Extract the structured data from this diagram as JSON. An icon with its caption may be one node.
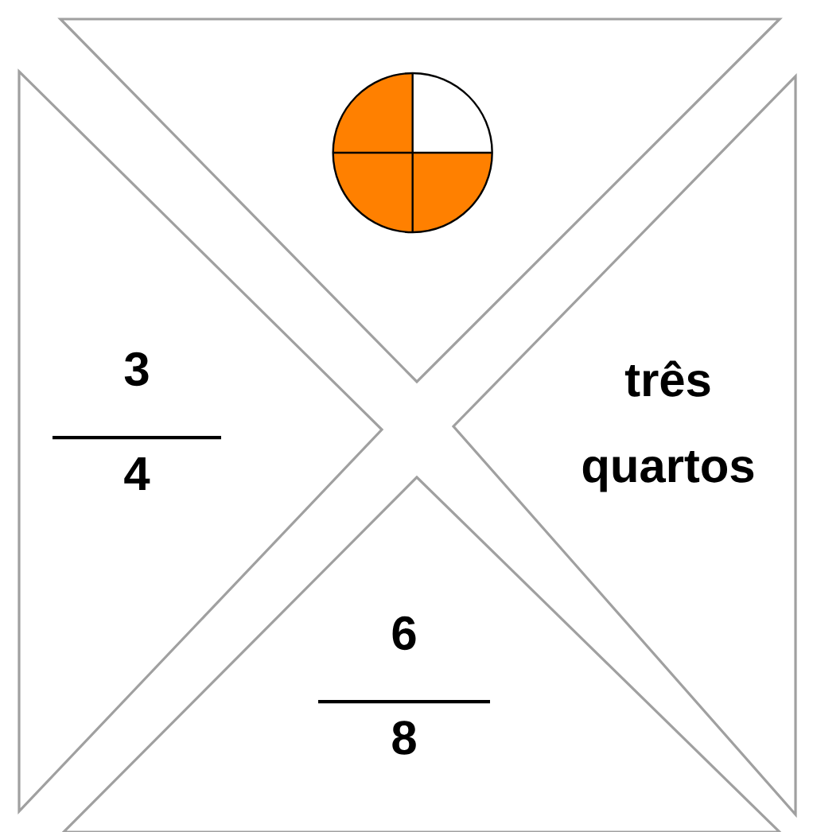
{
  "diagram": {
    "nodes": [
      {
        "text": [],
        "shape": "triangle"
      },
      {
        "text": [
          "3",
          "4"
        ]
      },
      {
        "text": [
          "três quartos"
        ]
      },
      {
        "text": [
          "6",
          "8"
        ]
      },
      {
        "text": [],
        "shape": "circle",
        "in": 0
      }
    ]
  }
}
